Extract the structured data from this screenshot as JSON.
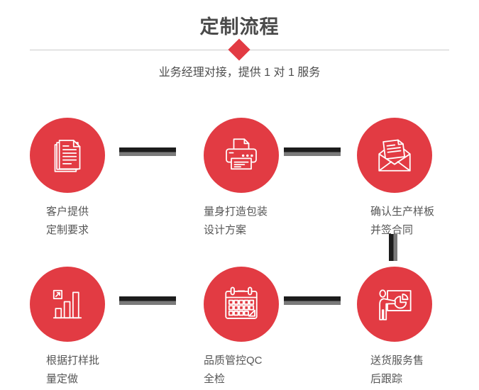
{
  "header": {
    "title": "定制流程",
    "subtitle": "业务经理对接，提供 1 对 1 服务"
  },
  "colors": {
    "accent_red": "#e23b43",
    "title_text": "#4a4a4a",
    "subtitle_text": "#4d4d4d",
    "label_text": "#565656",
    "divider": "#cccccc",
    "connector_dark": "#1c1c1c",
    "connector_gray": "#7a7a7a"
  },
  "steps": [
    {
      "icon": "documents-icon",
      "line1": "客户提供",
      "line2": "定制要求"
    },
    {
      "icon": "printer-icon",
      "line1": "量身打造包装",
      "line2": "设计方案"
    },
    {
      "icon": "envelope-icon",
      "line1": "确认生产样板",
      "line2": "并签合同"
    },
    {
      "icon": "bar-chart-icon",
      "line1": "根据打样批",
      "line2": "量定做"
    },
    {
      "icon": "calendar-icon",
      "line1": "品质管控QC",
      "line2": "全检"
    },
    {
      "icon": "presentation-icon",
      "line1": "送货服务售",
      "line2": "后跟踪"
    }
  ]
}
